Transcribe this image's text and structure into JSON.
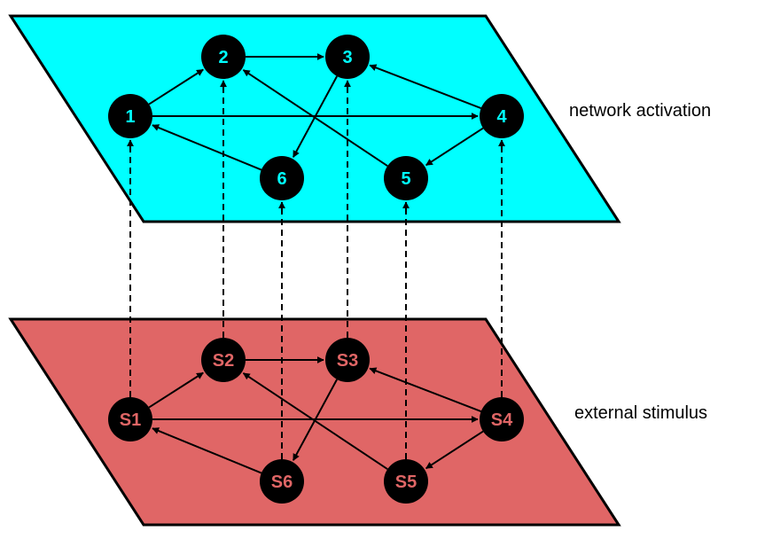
{
  "labels": {
    "top_plane": "network activation",
    "bottom_plane": "external stimulus"
  },
  "colors": {
    "top_plane_fill": "#00FFFF",
    "bottom_plane_fill": "#E06666",
    "node_fill": "#000000",
    "top_node_text": "#00FFFF",
    "bottom_node_text": "#E06666",
    "edge": "#000000"
  },
  "top_nodes": [
    {
      "id": "1",
      "label": "1"
    },
    {
      "id": "2",
      "label": "2"
    },
    {
      "id": "3",
      "label": "3"
    },
    {
      "id": "4",
      "label": "4"
    },
    {
      "id": "5",
      "label": "5"
    },
    {
      "id": "6",
      "label": "6"
    }
  ],
  "bottom_nodes": [
    {
      "id": "1",
      "label": "S1"
    },
    {
      "id": "2",
      "label": "S2"
    },
    {
      "id": "3",
      "label": "S3"
    },
    {
      "id": "4",
      "label": "S4"
    },
    {
      "id": "5",
      "label": "S5"
    },
    {
      "id": "6",
      "label": "S6"
    }
  ],
  "edges": [
    {
      "from": "1",
      "to": "2"
    },
    {
      "from": "2",
      "to": "3"
    },
    {
      "from": "1",
      "to": "4"
    },
    {
      "from": "4",
      "to": "3"
    },
    {
      "from": "3",
      "to": "6"
    },
    {
      "from": "6",
      "to": "1"
    },
    {
      "from": "5",
      "to": "2"
    },
    {
      "from": "4",
      "to": "5"
    }
  ],
  "vertical_links": [
    {
      "node": "1",
      "direction": "bottom-to-top",
      "style": "dashed"
    },
    {
      "node": "2",
      "direction": "bottom-to-top",
      "style": "dashed"
    },
    {
      "node": "3",
      "direction": "bottom-to-top",
      "style": "dashed"
    },
    {
      "node": "4",
      "direction": "bottom-to-top",
      "style": "dashed"
    },
    {
      "node": "5",
      "direction": "bottom-to-top",
      "style": "dashed"
    },
    {
      "node": "6",
      "direction": "bottom-to-top",
      "style": "dashed"
    }
  ]
}
